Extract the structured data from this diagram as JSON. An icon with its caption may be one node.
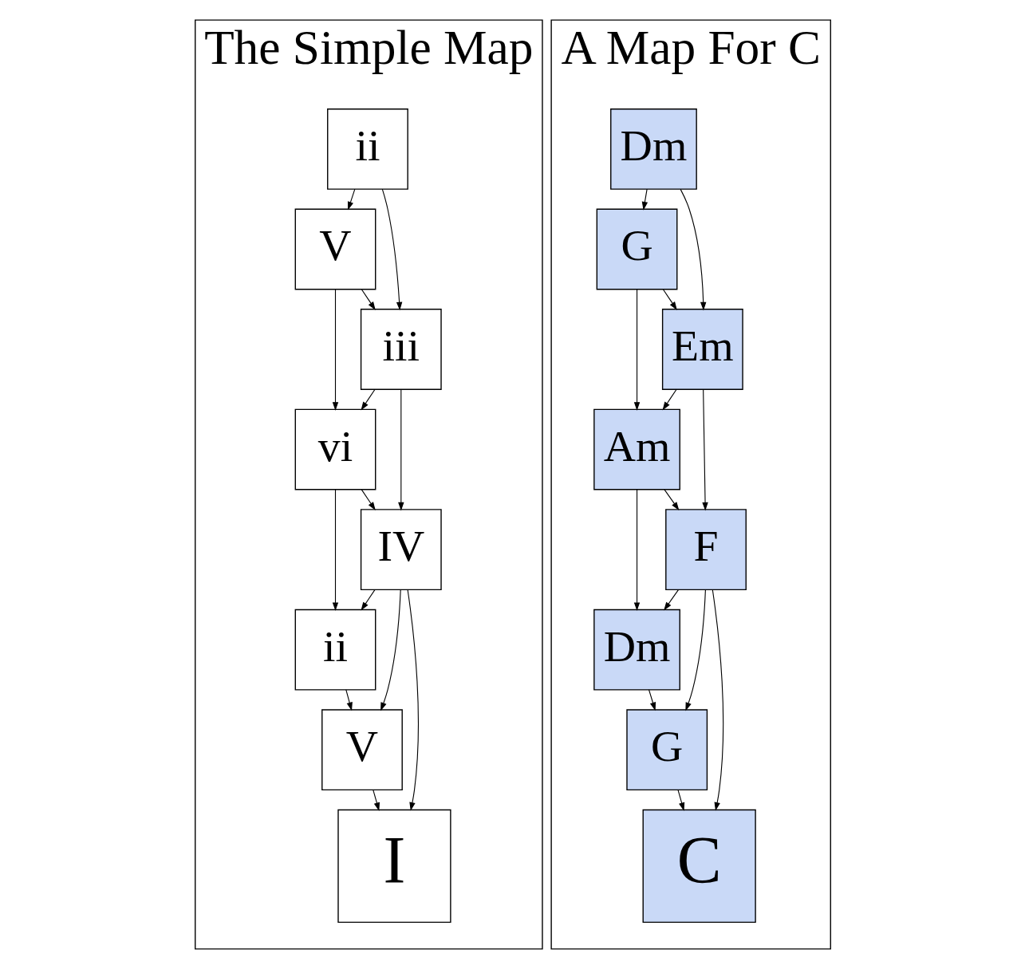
{
  "diagram": {
    "nodes": [
      {
        "text": [
          "The Simple Map"
        ]
      },
      {
        "text": [
          "ii"
        ],
        "in": 0
      },
      {
        "text": [
          "V"
        ],
        "in": 0
      },
      {
        "text": [
          "iii"
        ],
        "in": 0
      },
      {
        "text": [
          "vi"
        ],
        "in": 0
      },
      {
        "text": [
          "IV"
        ],
        "in": 0
      },
      {
        "text": [
          "ii"
        ],
        "in": 0
      },
      {
        "text": [
          "V"
        ],
        "in": 0
      },
      {
        "text": [
          "I"
        ],
        "in": 0
      },
      {
        "text": [
          "A Map For C"
        ]
      },
      {
        "text": [
          "Dm"
        ],
        "in": 9
      },
      {
        "text": [
          "G"
        ],
        "in": 9
      },
      {
        "text": [
          "Em"
        ],
        "in": 9
      },
      {
        "text": [
          "Am"
        ],
        "in": 9
      },
      {
        "text": [
          "F"
        ],
        "in": 9
      },
      {
        "text": [
          "Dm"
        ],
        "in": 9
      },
      {
        "text": [
          "G"
        ],
        "in": 9
      },
      {
        "text": [
          "C"
        ],
        "in": 9
      }
    ],
    "edges": [
      {
        "from": 1,
        "to": 2,
        "arrow": "to"
      },
      {
        "from": 1,
        "to": 3,
        "arrow": "to"
      },
      {
        "from": 2,
        "to": 3,
        "arrow": "to"
      },
      {
        "from": 2,
        "to": 4,
        "arrow": "to"
      },
      {
        "from": 3,
        "to": 4,
        "arrow": "to"
      },
      {
        "from": 3,
        "to": 5,
        "arrow": "to"
      },
      {
        "from": 4,
        "to": 5,
        "arrow": "to"
      },
      {
        "from": 4,
        "to": 6,
        "arrow": "to"
      },
      {
        "from": 5,
        "to": 6,
        "arrow": "to"
      },
      {
        "from": 5,
        "to": 7,
        "arrow": "to"
      },
      {
        "from": 6,
        "to": 7,
        "arrow": "to"
      },
      {
        "from": 5,
        "to": 8,
        "arrow": "to"
      },
      {
        "from": 7,
        "to": 8,
        "arrow": "to"
      },
      {
        "from": 10,
        "to": 11,
        "arrow": "to"
      },
      {
        "from": 10,
        "to": 12,
        "arrow": "to"
      },
      {
        "from": 11,
        "to": 12,
        "arrow": "to"
      },
      {
        "from": 11,
        "to": 13,
        "arrow": "to"
      },
      {
        "from": 12,
        "to": 13,
        "arrow": "to"
      },
      {
        "from": 12,
        "to": 14,
        "arrow": "to"
      },
      {
        "from": 13,
        "to": 14,
        "arrow": "to"
      },
      {
        "from": 13,
        "to": 15,
        "arrow": "to"
      },
      {
        "from": 14,
        "to": 15,
        "arrow": "to"
      },
      {
        "from": 14,
        "to": 16,
        "arrow": "to"
      },
      {
        "from": 15,
        "to": 16,
        "arrow": "to"
      },
      {
        "from": 14,
        "to": 17,
        "arrow": "to"
      },
      {
        "from": 16,
        "to": 17,
        "arrow": "to"
      }
    ]
  }
}
